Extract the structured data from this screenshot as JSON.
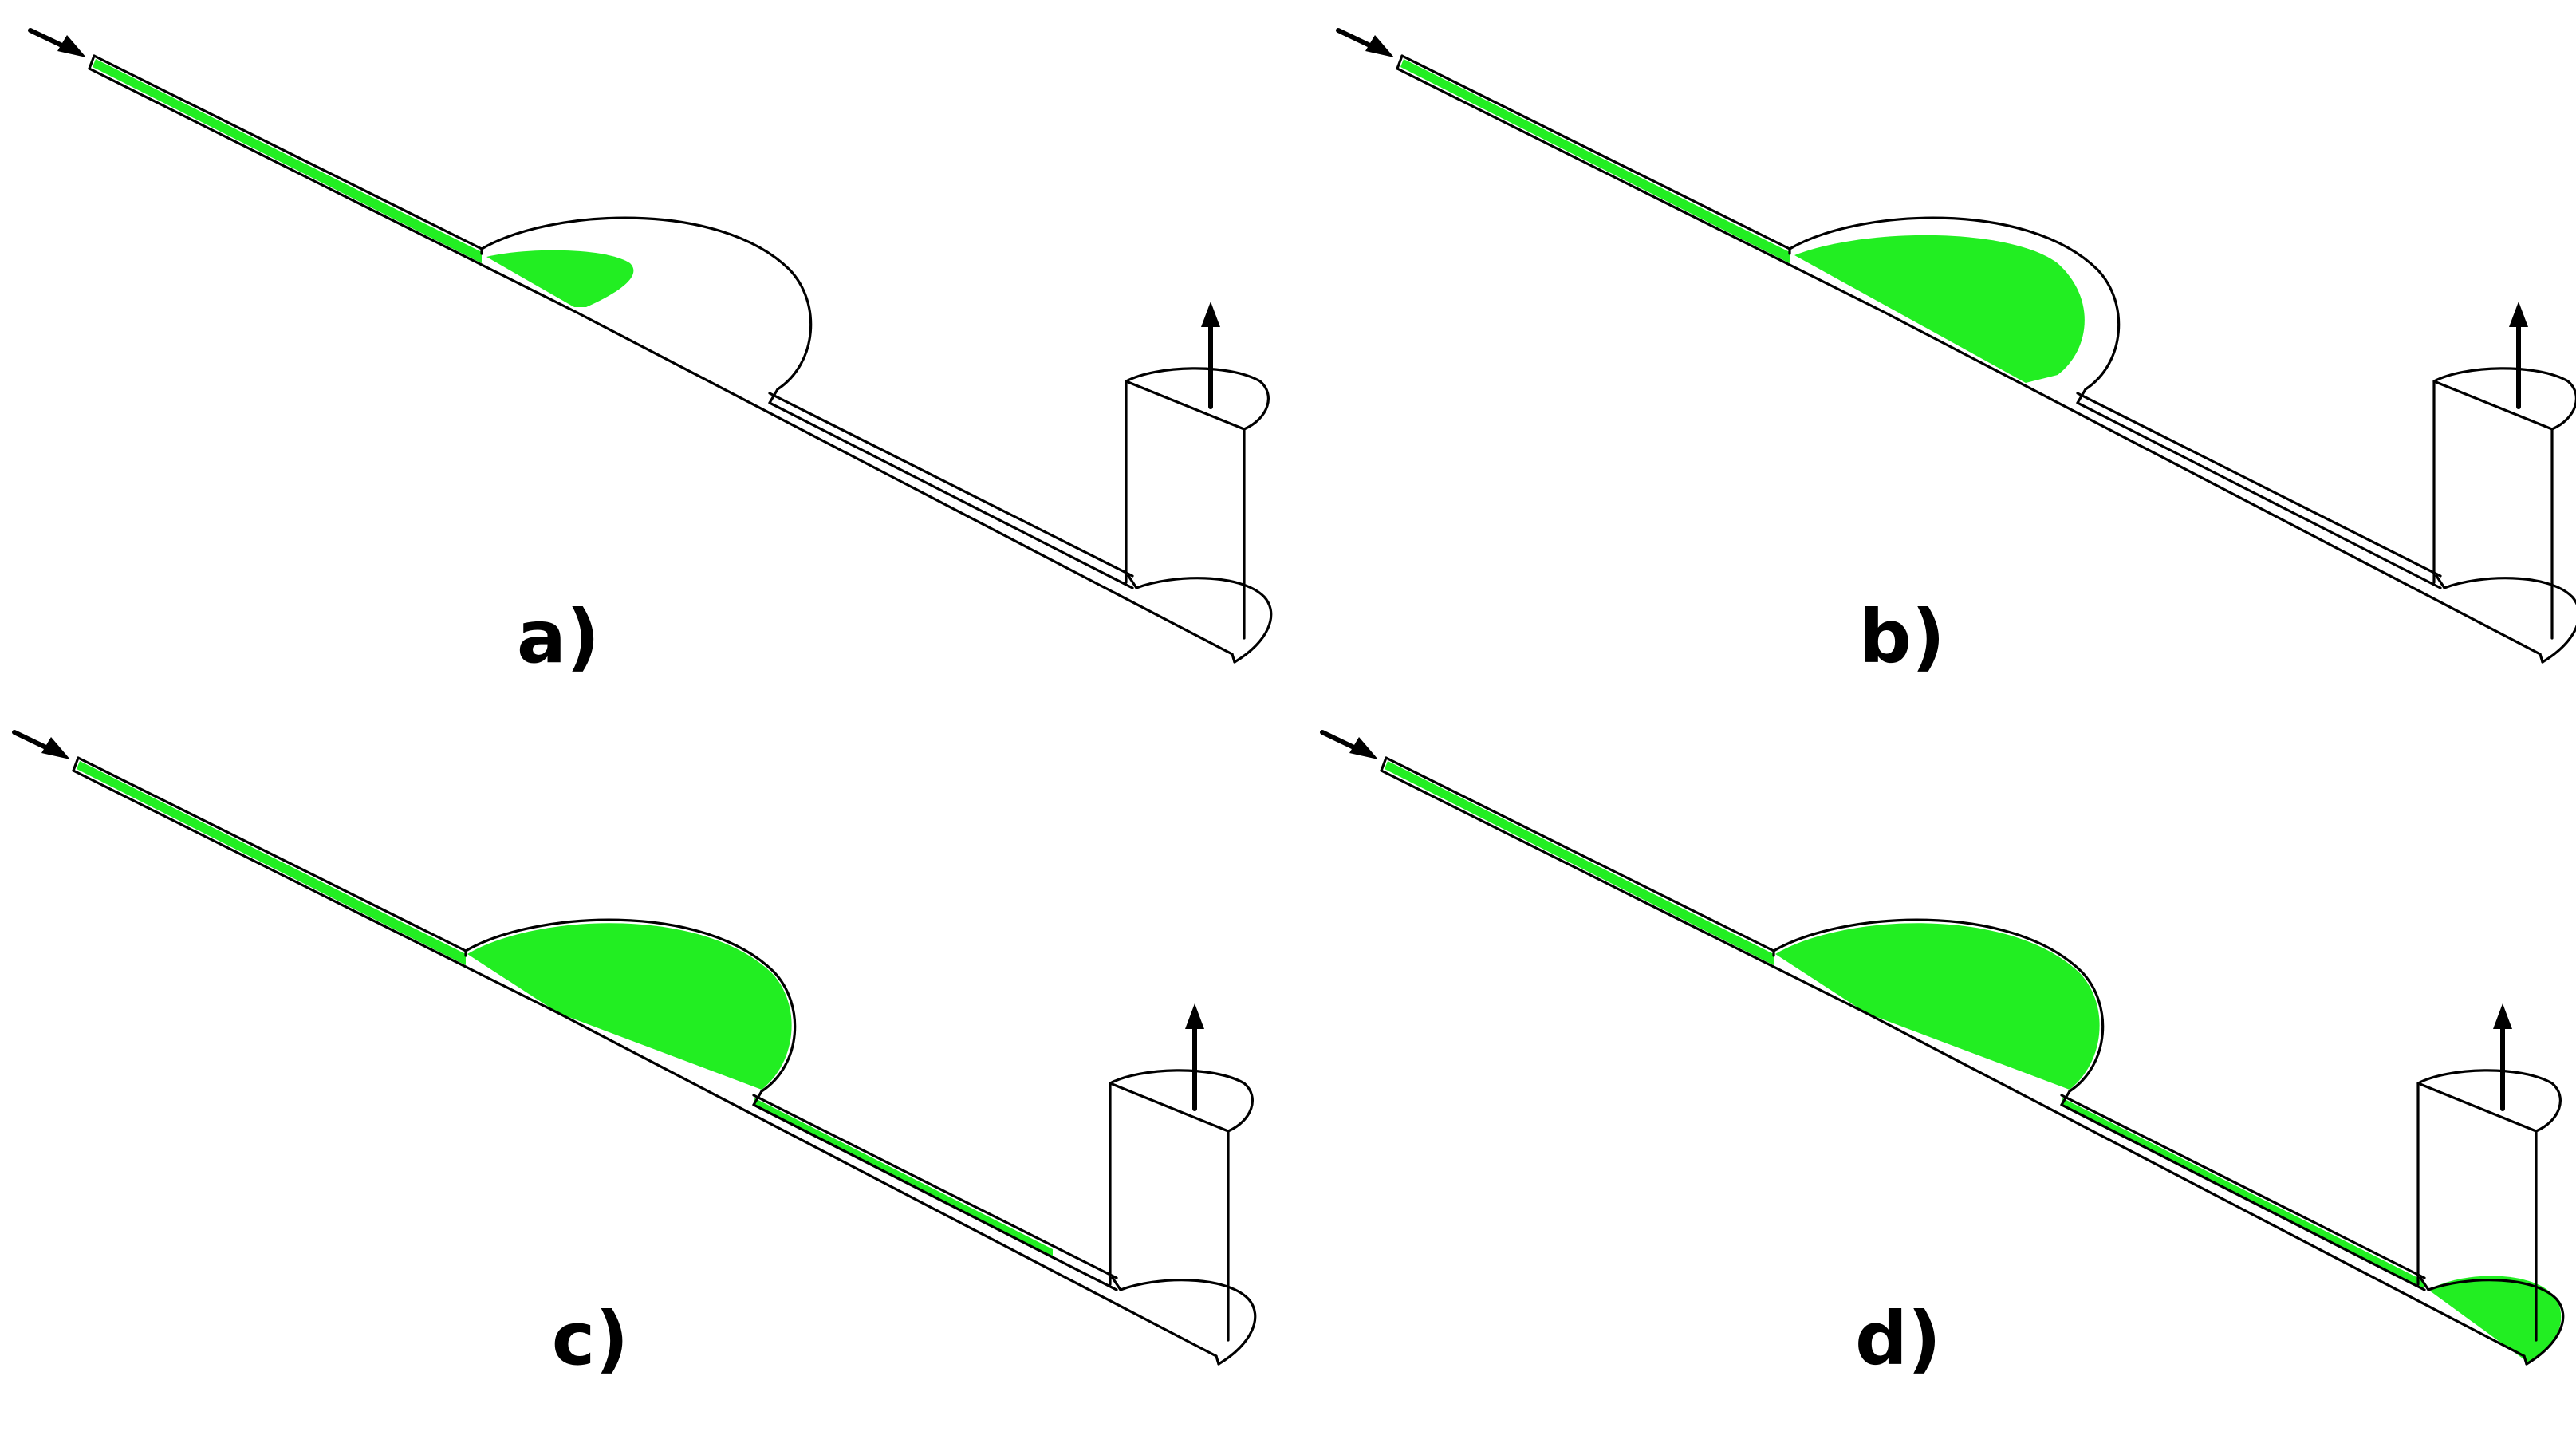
{
  "fill_color": "#22ee22",
  "outline_color": "#000000",
  "panels": [
    {
      "label": "a)",
      "fill_stage": "inlet-and-start-of-chamber"
    },
    {
      "label": "b)",
      "fill_stage": "chamber-mostly-filled"
    },
    {
      "label": "c)",
      "fill_stage": "chamber-filled-outlet-channel-filling"
    },
    {
      "label": "d)",
      "fill_stage": "fluid-reaching-outlet-well"
    }
  ],
  "icons": {
    "inlet": "inlet-arrow-icon",
    "outlet": "outlet-arrow-icon"
  }
}
